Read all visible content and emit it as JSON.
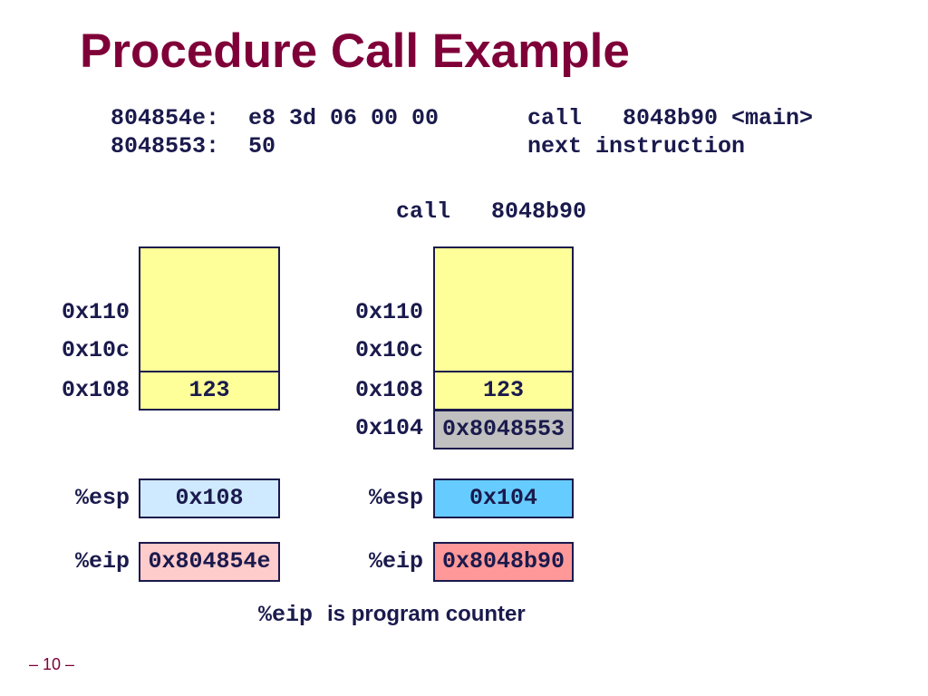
{
  "title": "Procedure Call Example",
  "code": [
    {
      "address": "804854e:",
      "bytes": "e8 3d 06 00 00",
      "instruction": "call   8048b90 <main>"
    },
    {
      "address": "8048553:",
      "bytes": "50",
      "instruction": "next instruction"
    }
  ],
  "step": "call   8048b90",
  "before": {
    "stack": {
      "addresses": [
        "0x110",
        "0x10c",
        "0x108"
      ],
      "values": [
        "123"
      ]
    },
    "registers": {
      "esp": {
        "name": "%esp",
        "value": "0x108"
      },
      "eip": {
        "name": "%eip",
        "value": "0x804854e"
      }
    }
  },
  "after": {
    "stack": {
      "addresses": [
        "0x110",
        "0x10c",
        "0x108",
        "0x104"
      ],
      "values": [
        "123",
        "0x8048553"
      ]
    },
    "registers": {
      "esp": {
        "name": "%esp",
        "value": "0x104"
      },
      "eip": {
        "name": "%eip",
        "value": "0x8048b90"
      }
    }
  },
  "caption": {
    "register": "%eip",
    "text": "is program counter"
  },
  "page_number": "– 10 –",
  "colors": {
    "title": "#7f0038",
    "text": "#1a1a4d",
    "stack_fill": "#ffff99",
    "return_address_fill": "#c0c0c0",
    "esp_before": "#cfeaff",
    "esp_after": "#66ccff",
    "eip_before": "#ffcccc",
    "eip_after": "#ff9999"
  }
}
